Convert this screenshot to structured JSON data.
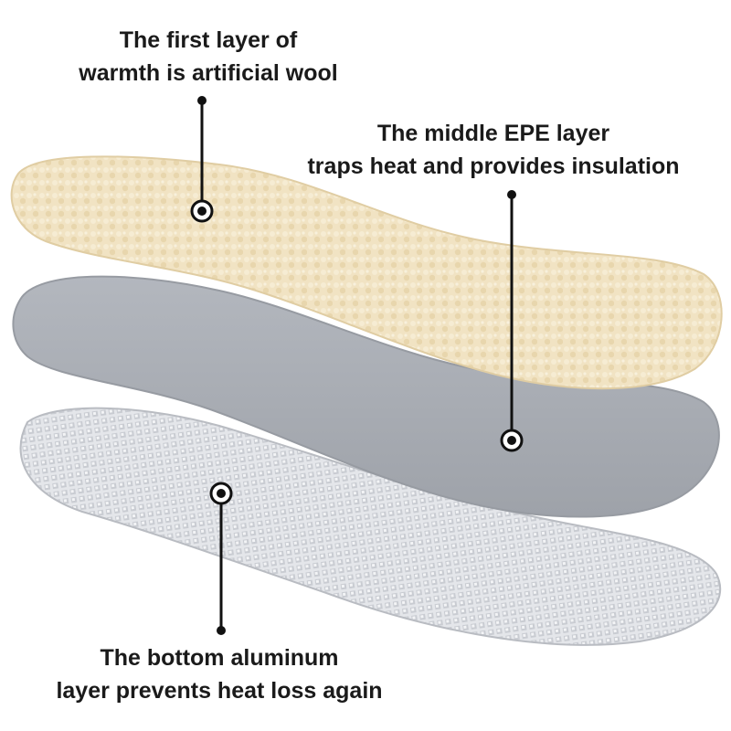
{
  "labels": {
    "top": {
      "line1": "The first layer of",
      "line2": "warmth is artificial wool"
    },
    "middle": {
      "line1": "The middle EPE layer",
      "line2": "traps heat and provides insulation"
    },
    "bottom": {
      "line1": "The bottom aluminum",
      "line2": "layer prevents heat loss again"
    }
  },
  "colors": {
    "wool": "#f1e3c3",
    "wool_shadow": "#e2cfa6",
    "epe": "#a9adb4",
    "epe_shadow": "#8f949b",
    "aluminum": "#d9dbe0",
    "aluminum_grid": "#9ea2a8",
    "leader": "#111111",
    "text": "#1a1a1a"
  }
}
